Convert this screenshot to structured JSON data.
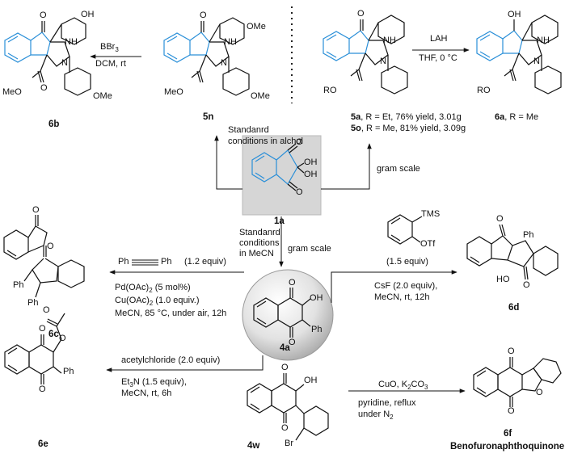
{
  "compounds": {
    "c6b": "6b",
    "c5n": "5n",
    "c5a": "5a",
    "c5o": "5o",
    "c6a": "6a",
    "c1a": "1a",
    "c4a": "4a",
    "c6c": "6c",
    "c6d": "6d",
    "c6e": "6e",
    "c4w": "4w",
    "c6f": "6f",
    "benofuro": "Benofuronaphthoquinone"
  },
  "atoms": {
    "O": "O",
    "OH": "OH",
    "NH": "NH",
    "N": "N",
    "OMe": "OMe",
    "MeO": "MeO",
    "RO": "RO",
    "Ph": "Ph",
    "TMS": "TMS",
    "OTf": "OTf",
    "HO": "HO",
    "Br": "Br"
  },
  "conditions": {
    "bbr3_a": "BBr",
    "bbr3_b": "3",
    "dcm": "DCM, rt",
    "lah": "LAH",
    "thf": "THF, 0 °C",
    "yield5a_rest": ", R = Et,  76% yield, 3.01g",
    "yield5o_rest": ", R = Me, 81% yield, 3.09g",
    "c6a_rest": ", R = Me",
    "std1": "Standanrd",
    "std2": "conditions in alchol",
    "gram1": "gram scale",
    "std3": "Standanrd",
    "std4": "conditions",
    "std5": "in MeCN",
    "gram2": "gram scale",
    "alkyne_equiv": "(1.2 equiv)",
    "pd_a": "Pd(OAc)",
    "pd_b": "2",
    "pd_c": " (5 mol%)",
    "cu_a": "Cu(OAc)",
    "cu_b": "2",
    "cu_c": " (1.0 equiv.)",
    "mecn85": "MeCN, 85 °C, under air, 12h",
    "aryne_equiv": "(1.5 equiv)",
    "csf": "CsF (2.0 equiv),",
    "mecn12": "MeCN, rt, 12h",
    "acetyl": "acetylchloride (2.0 equiv)",
    "et3n_a": "Et",
    "et3n_b": "3",
    "et3n_c": "N (1.5 equiv),",
    "mecn6": "MeCN, rt, 6h",
    "cuo_a": "CuO, K",
    "cuo_b": "2",
    "cuo_c": "CO",
    "cuo_d": "3",
    "pyr": "pyridine, reflux",
    "undern_a": "under N",
    "undern_b": "2"
  },
  "colors": {
    "accent_ring": "#2a8fd8",
    "box_bg": "#d6d6d6",
    "ink": "#111111"
  }
}
